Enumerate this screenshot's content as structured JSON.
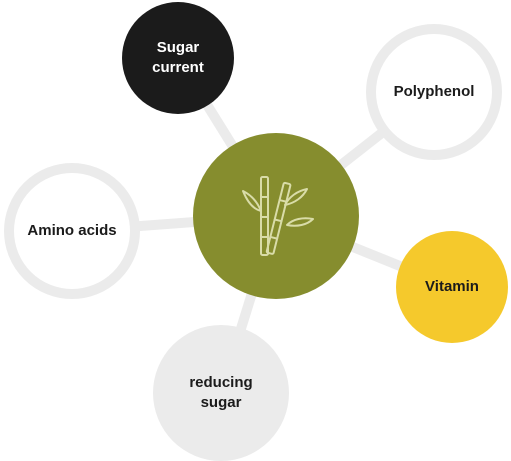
{
  "colors": {
    "center": "#868d2e",
    "dark": "#1b1b1b",
    "yellow": "#f5c92c",
    "light_gray": "#ebebeb",
    "connector": "#ebebeb"
  },
  "center": {
    "icon": "bamboo-icon"
  },
  "nodes": {
    "sugar": {
      "label": "Sugar\ncurrent"
    },
    "polyphenol": {
      "label": "Polyphenol"
    },
    "amino": {
      "label": "Amino acids"
    },
    "vitamin": {
      "label": "Vitamin"
    },
    "reducing": {
      "label": "reducing\nsugar"
    }
  }
}
